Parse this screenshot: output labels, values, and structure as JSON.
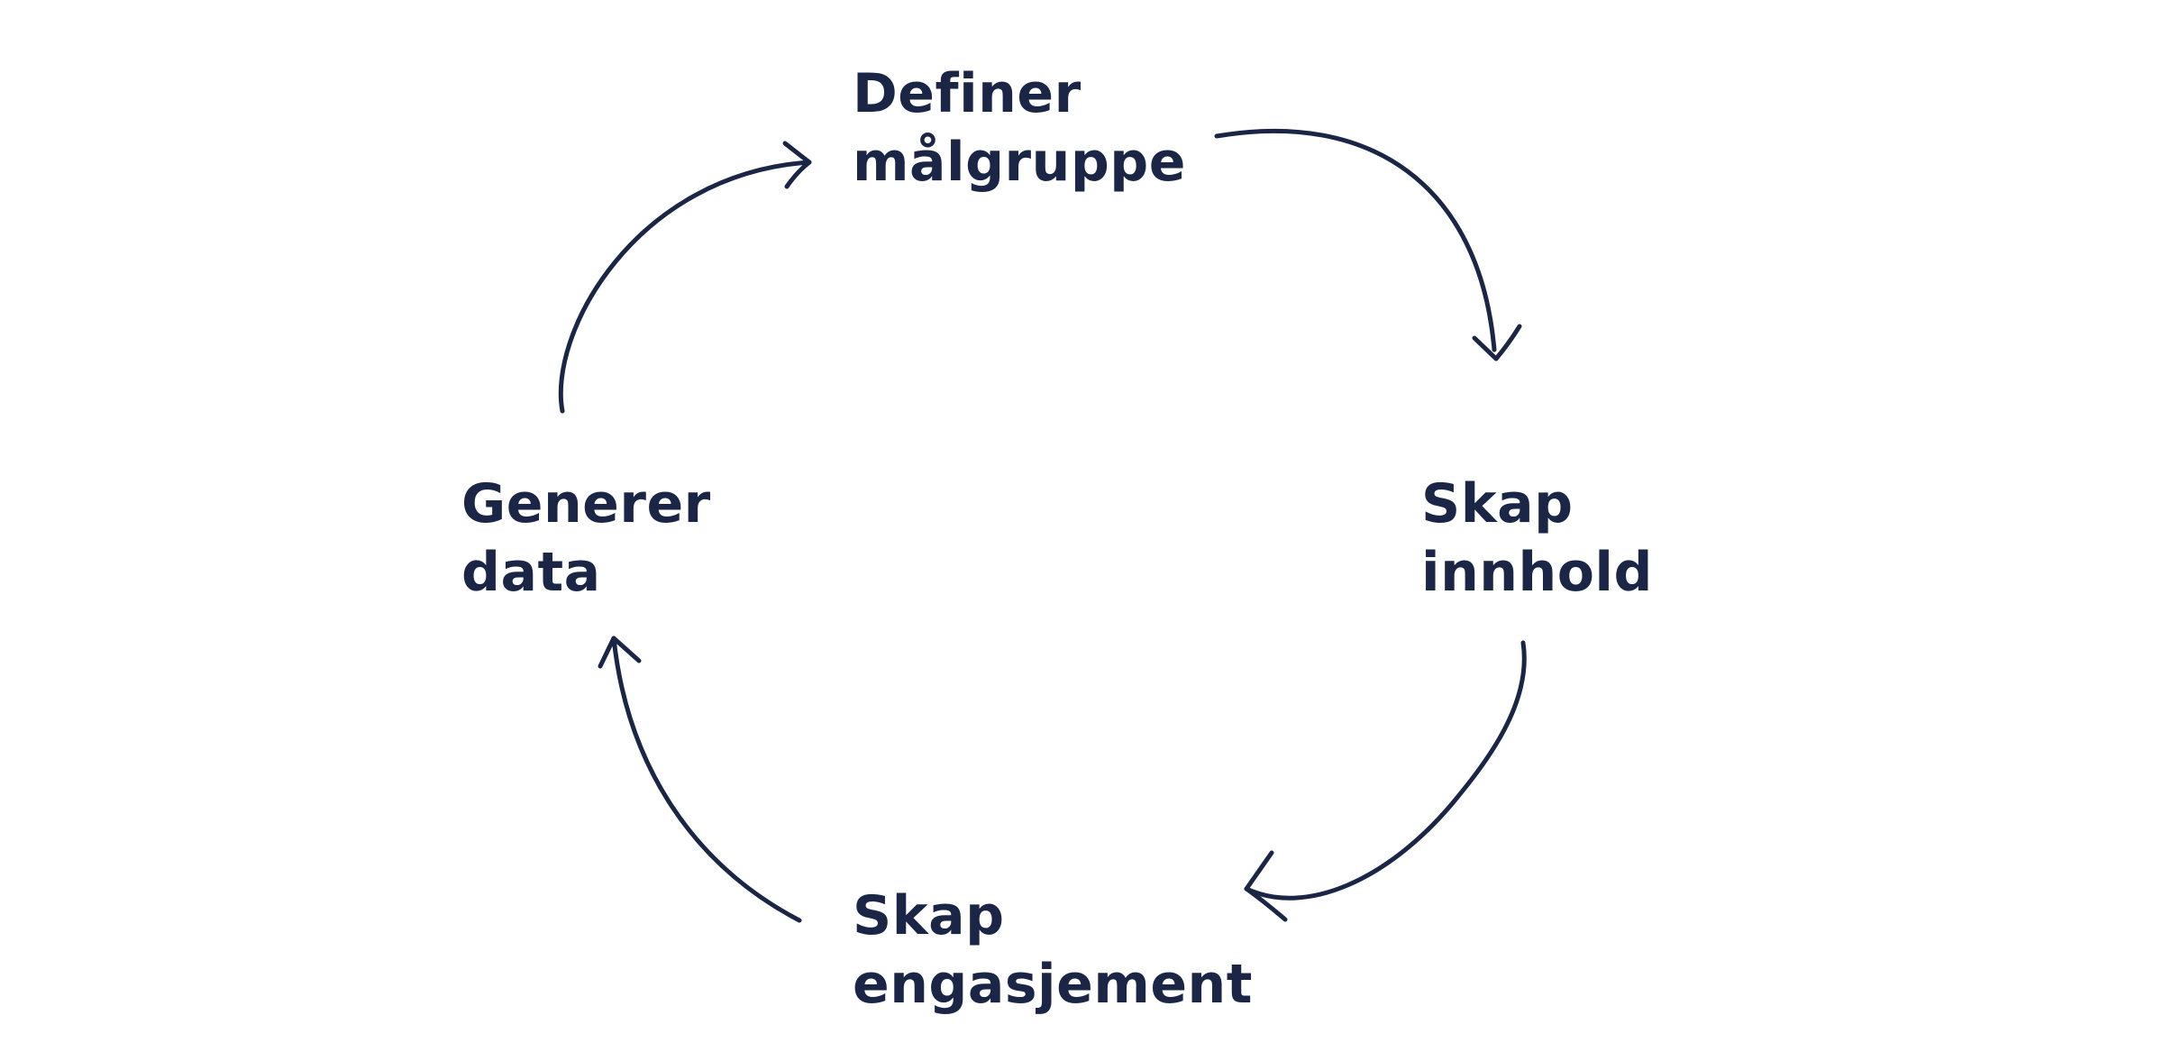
{
  "diagram": {
    "type": "cycle",
    "line_color": "#1b2647",
    "text_color": "#1b2647",
    "background": "#ffffff",
    "steps": [
      {
        "id": "define",
        "line1": "Definer",
        "line2": "målgruppe"
      },
      {
        "id": "content",
        "line1": "Skap",
        "line2": "innhold"
      },
      {
        "id": "engage",
        "line1": "Skap",
        "line2": "engasjement"
      },
      {
        "id": "data",
        "line1": "Generer",
        "line2": "data"
      }
    ],
    "edges": [
      {
        "from": "define",
        "to": "content"
      },
      {
        "from": "content",
        "to": "engage"
      },
      {
        "from": "engage",
        "to": "data"
      },
      {
        "from": "data",
        "to": "define"
      }
    ]
  }
}
